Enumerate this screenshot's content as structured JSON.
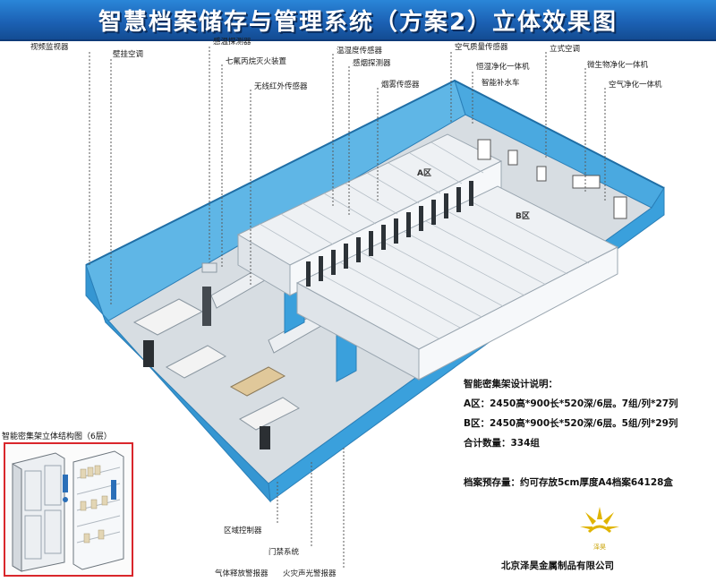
{
  "title": "智慧档案储存与管理系统（方案2）立体效果图",
  "callouts": {
    "video_monitor": "视频监视器",
    "wall_ac": "壁挂空调",
    "temp_humidity_probe": "感温探测器",
    "heptafluoro_fire": "七氟丙烷灭火装置",
    "infrared_sensor": "无线红外传感器",
    "th_sensor": "温湿度传感器",
    "smoke_probe": "感烟探测器",
    "smoke_sensor": "烟雾传感器",
    "air_quality_sensor": "空气质量传感器",
    "purifier_const": "恒湿净化一体机",
    "smart_water_cart": "智能补水车",
    "vertical_ac": "立式空调",
    "microbe_purifier": "微生物净化一体机",
    "air_purifier": "空气净化一体机",
    "zone_controller": "区域控制器",
    "access_control": "门禁系统",
    "gas_release_alarm": "气体释放警报器",
    "sound_light_alarm": "火灾声光警报器"
  },
  "zones": {
    "a_label": "A区",
    "b_label": "B区"
  },
  "spec": {
    "heading": "智能密集架设计说明：",
    "zone_a": "A区：2450高*900长*520深/6层。7组/列*27列",
    "zone_b": "B区：2450高*900长*520深/6层。5组/列*29列",
    "total": "合计数量：334组",
    "capacity": "档案预存量：约可存放5cm厚度A4档案64128盒"
  },
  "structure_caption": "智能密集架立体结构图（6层）",
  "logo_text": "泽昊",
  "company": "北京泽昊金属制品有限公司",
  "colors": {
    "banner": "#1c62b5",
    "wall_blue": "#3aa0dc",
    "floor": "#d7dde2",
    "rack": "#eef1f4",
    "frame_red": "#d9262b",
    "logo_gold": "#e0b400"
  }
}
